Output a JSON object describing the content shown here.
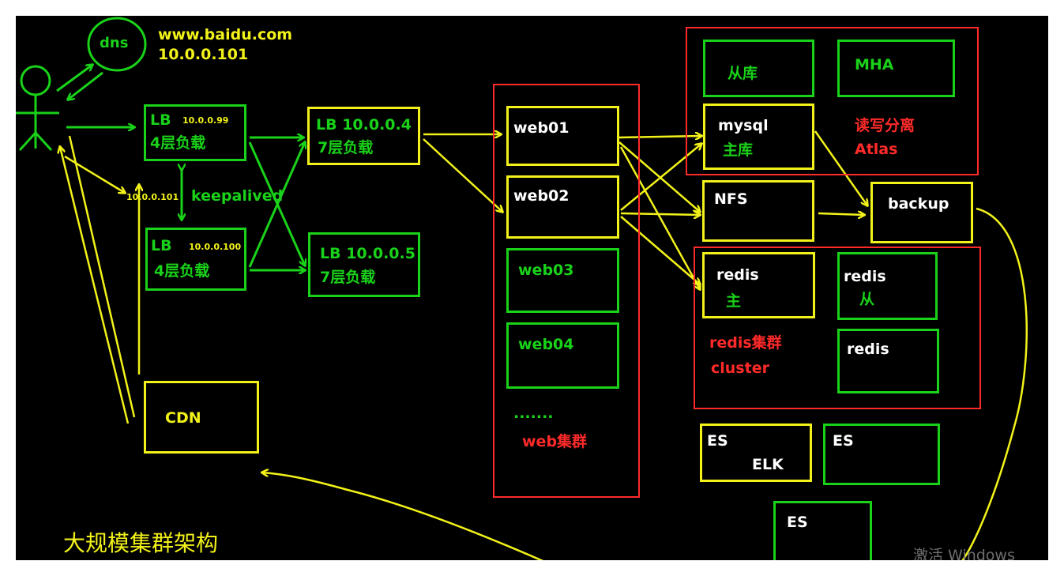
{
  "domain_url": "www.baidu.com",
  "domain_ip": "10.0.0.101",
  "dns_label": "dns",
  "vip_label": "10.0.0.101",
  "keepalived_label": "keepalived",
  "lb1": {
    "name": "LB",
    "ip": "10.0.0.99",
    "layer": "4层负载"
  },
  "lb2": {
    "name": "LB",
    "ip": "10.0.0.100",
    "layer": "4层负载"
  },
  "lb3": {
    "name": "LB 10.0.0.4",
    "layer": "7层负载"
  },
  "lb4": {
    "name": "LB 10.0.0.5",
    "layer": "7层负载"
  },
  "cdn_label": "CDN",
  "web": {
    "nodes": [
      "web01",
      "web02",
      "web03",
      "web04"
    ],
    "ellipsis": ".......",
    "cluster_label": "web集群"
  },
  "db": {
    "slave": "从库",
    "mha": "MHA",
    "mysql_name": "mysql",
    "mysql_role": "主库",
    "split_label": "读写分离",
    "atlas_label": "Atlas"
  },
  "nfs_label": "NFS",
  "backup_label": "backup",
  "redis": {
    "master_name": "redis",
    "master_role": "主",
    "slave_name": "redis",
    "slave_role": "从",
    "third_name": "redis",
    "cluster_label": "redis集群",
    "cluster_en": "cluster"
  },
  "es": {
    "es1": "ES",
    "elk": "ELK",
    "es2": "ES",
    "es3": "ES"
  },
  "page_title": "大规模集群架构",
  "watermark": "激活 Windows",
  "colors": {
    "green": "#19d219",
    "yellow": "#f2f21a",
    "red": "#ff2a2a",
    "background": "#000000"
  }
}
